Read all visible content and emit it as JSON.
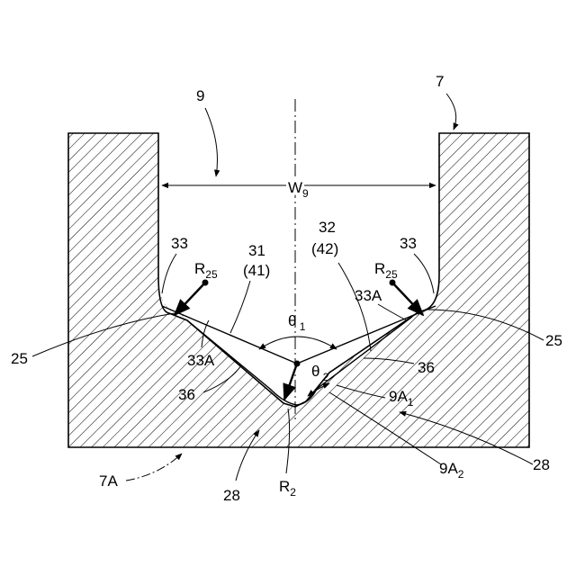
{
  "labels": {
    "n9": "9",
    "n7": "7",
    "w9_base": "W",
    "w9_sub": "9",
    "n33_left": "33",
    "n33_right": "33",
    "r25_left_base": "R",
    "r25_left_sub": "25",
    "r25_right_base": "R",
    "r25_right_sub": "25",
    "n31": "31",
    "n41": "(41)",
    "n32": "32",
    "n42": "(42)",
    "n33a_right": "33A",
    "n33a_left": "33A",
    "n25_left": "25",
    "n25_right": "25",
    "theta1_base": "θ",
    "theta1_sub": " 1",
    "theta2_base": "θ",
    "theta2_sub": " 2",
    "n36_right": "36",
    "n36_left": "36",
    "n9a1_base": "9A",
    "n9a1_sub": "1",
    "n9a2_base": "9A",
    "n9a2_sub": "2",
    "n28_right": "28",
    "n28_bottom": "28",
    "n7a": "7A",
    "r2_base": "R",
    "r2_sub": "2"
  }
}
